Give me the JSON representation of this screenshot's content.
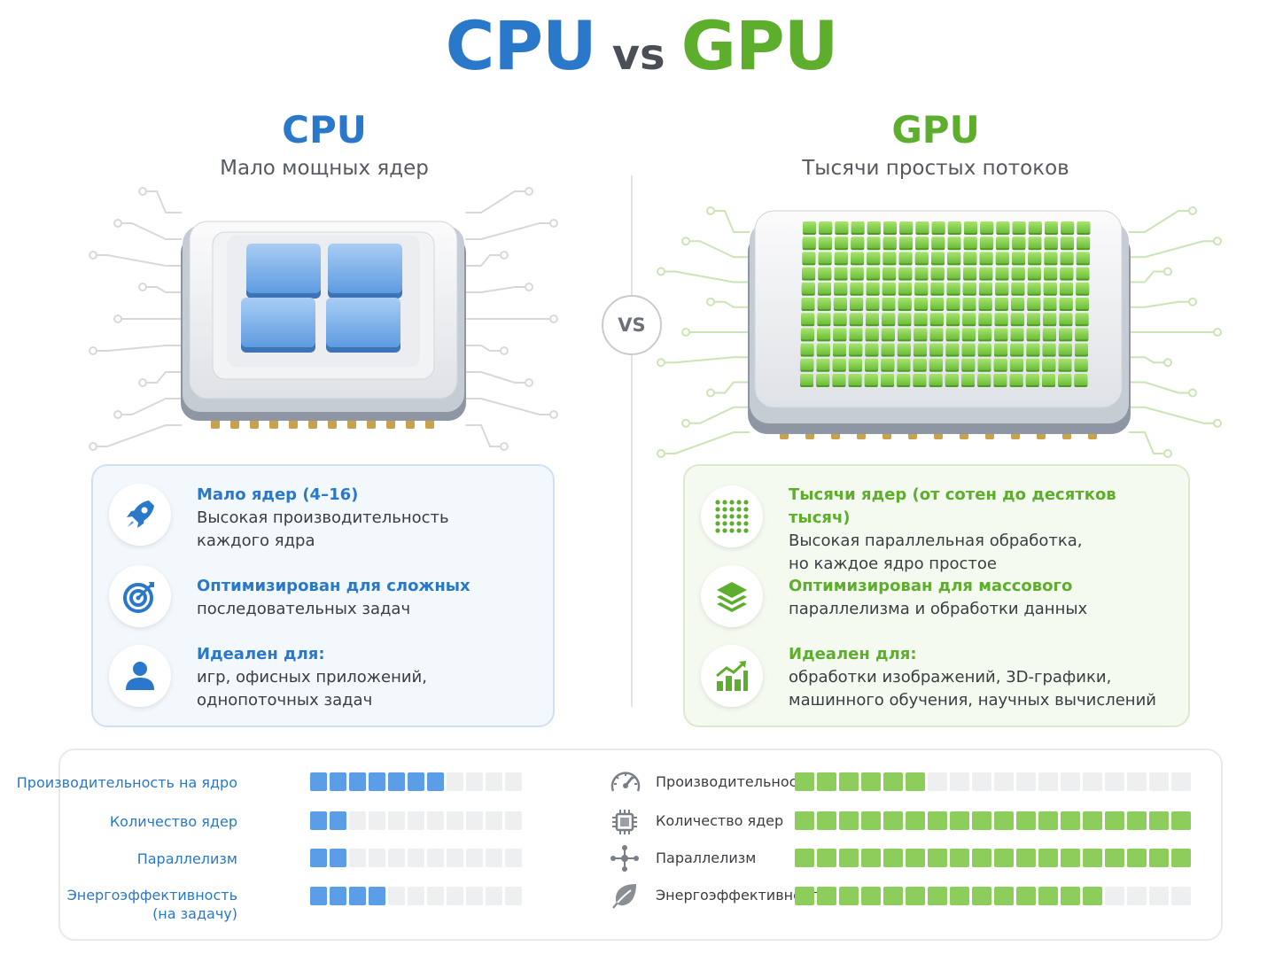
{
  "header": {
    "title_cpu": "CPU",
    "title_vs": "vs",
    "title_gpu": "GPU"
  },
  "colors": {
    "cpu": "#2a78c9",
    "gpu": "#5eae2e",
    "cpu_bar": "#5b9ee7",
    "gpu_bar": "#8ccd5b"
  },
  "vs_badge": "VS",
  "cpu": {
    "title": "CPU",
    "subtitle": "Мало мощных ядер",
    "features": [
      {
        "icon": "rocket-icon",
        "heading": "Мало ядер (4–16)",
        "lines": [
          "Высокая производительность",
          "каждого ядра"
        ]
      },
      {
        "icon": "target-icon",
        "heading": "Оптимизирован для сложных",
        "lines": [
          "последовательных задач"
        ]
      },
      {
        "icon": "user-icon",
        "heading": "Идеален для:",
        "lines": [
          "игр, офисных приложений,",
          "однопоточных задач"
        ]
      }
    ]
  },
  "gpu": {
    "title": "GPU",
    "subtitle": "Тысячи простых потоков",
    "features": [
      {
        "icon": "dots-grid-icon",
        "heading": "Тысячи ядер (от сотен до десятков тысяч)",
        "lines": [
          "Высокая параллельная обработка,",
          "но каждое ядро простое"
        ]
      },
      {
        "icon": "layers-icon",
        "heading": "Оптимизирован для массового",
        "lines": [
          "параллелизма и обработки данных"
        ]
      },
      {
        "icon": "chart-growth-icon",
        "heading": "Идеален для:",
        "lines": [
          "обработки изображений, 3D-графики,",
          "машинного обучения, научных вычислений"
        ]
      }
    ]
  },
  "metrics": {
    "cpu": [
      {
        "label": "Производительность на ядро",
        "level": 7,
        "of": 11
      },
      {
        "label": "Количество ядер",
        "level": 2,
        "of": 11
      },
      {
        "label": "Параллелизм",
        "level": 2,
        "of": 11
      },
      {
        "label": "Энергоэффективность",
        "label2": "(на задачу)",
        "level": 4,
        "of": 11
      }
    ],
    "gpu": [
      {
        "icon": "speedometer-icon",
        "label": "Производительность",
        "level": 6,
        "of": 18
      },
      {
        "icon": "chip-icon",
        "label": "Количество ядер",
        "level": 18,
        "of": 18
      },
      {
        "icon": "network-icon",
        "label": "Параллелизм",
        "level": 18,
        "of": 18
      },
      {
        "icon": "leaf-icon",
        "label": "Энергоэффективность",
        "level": 14,
        "of": 18
      }
    ]
  }
}
